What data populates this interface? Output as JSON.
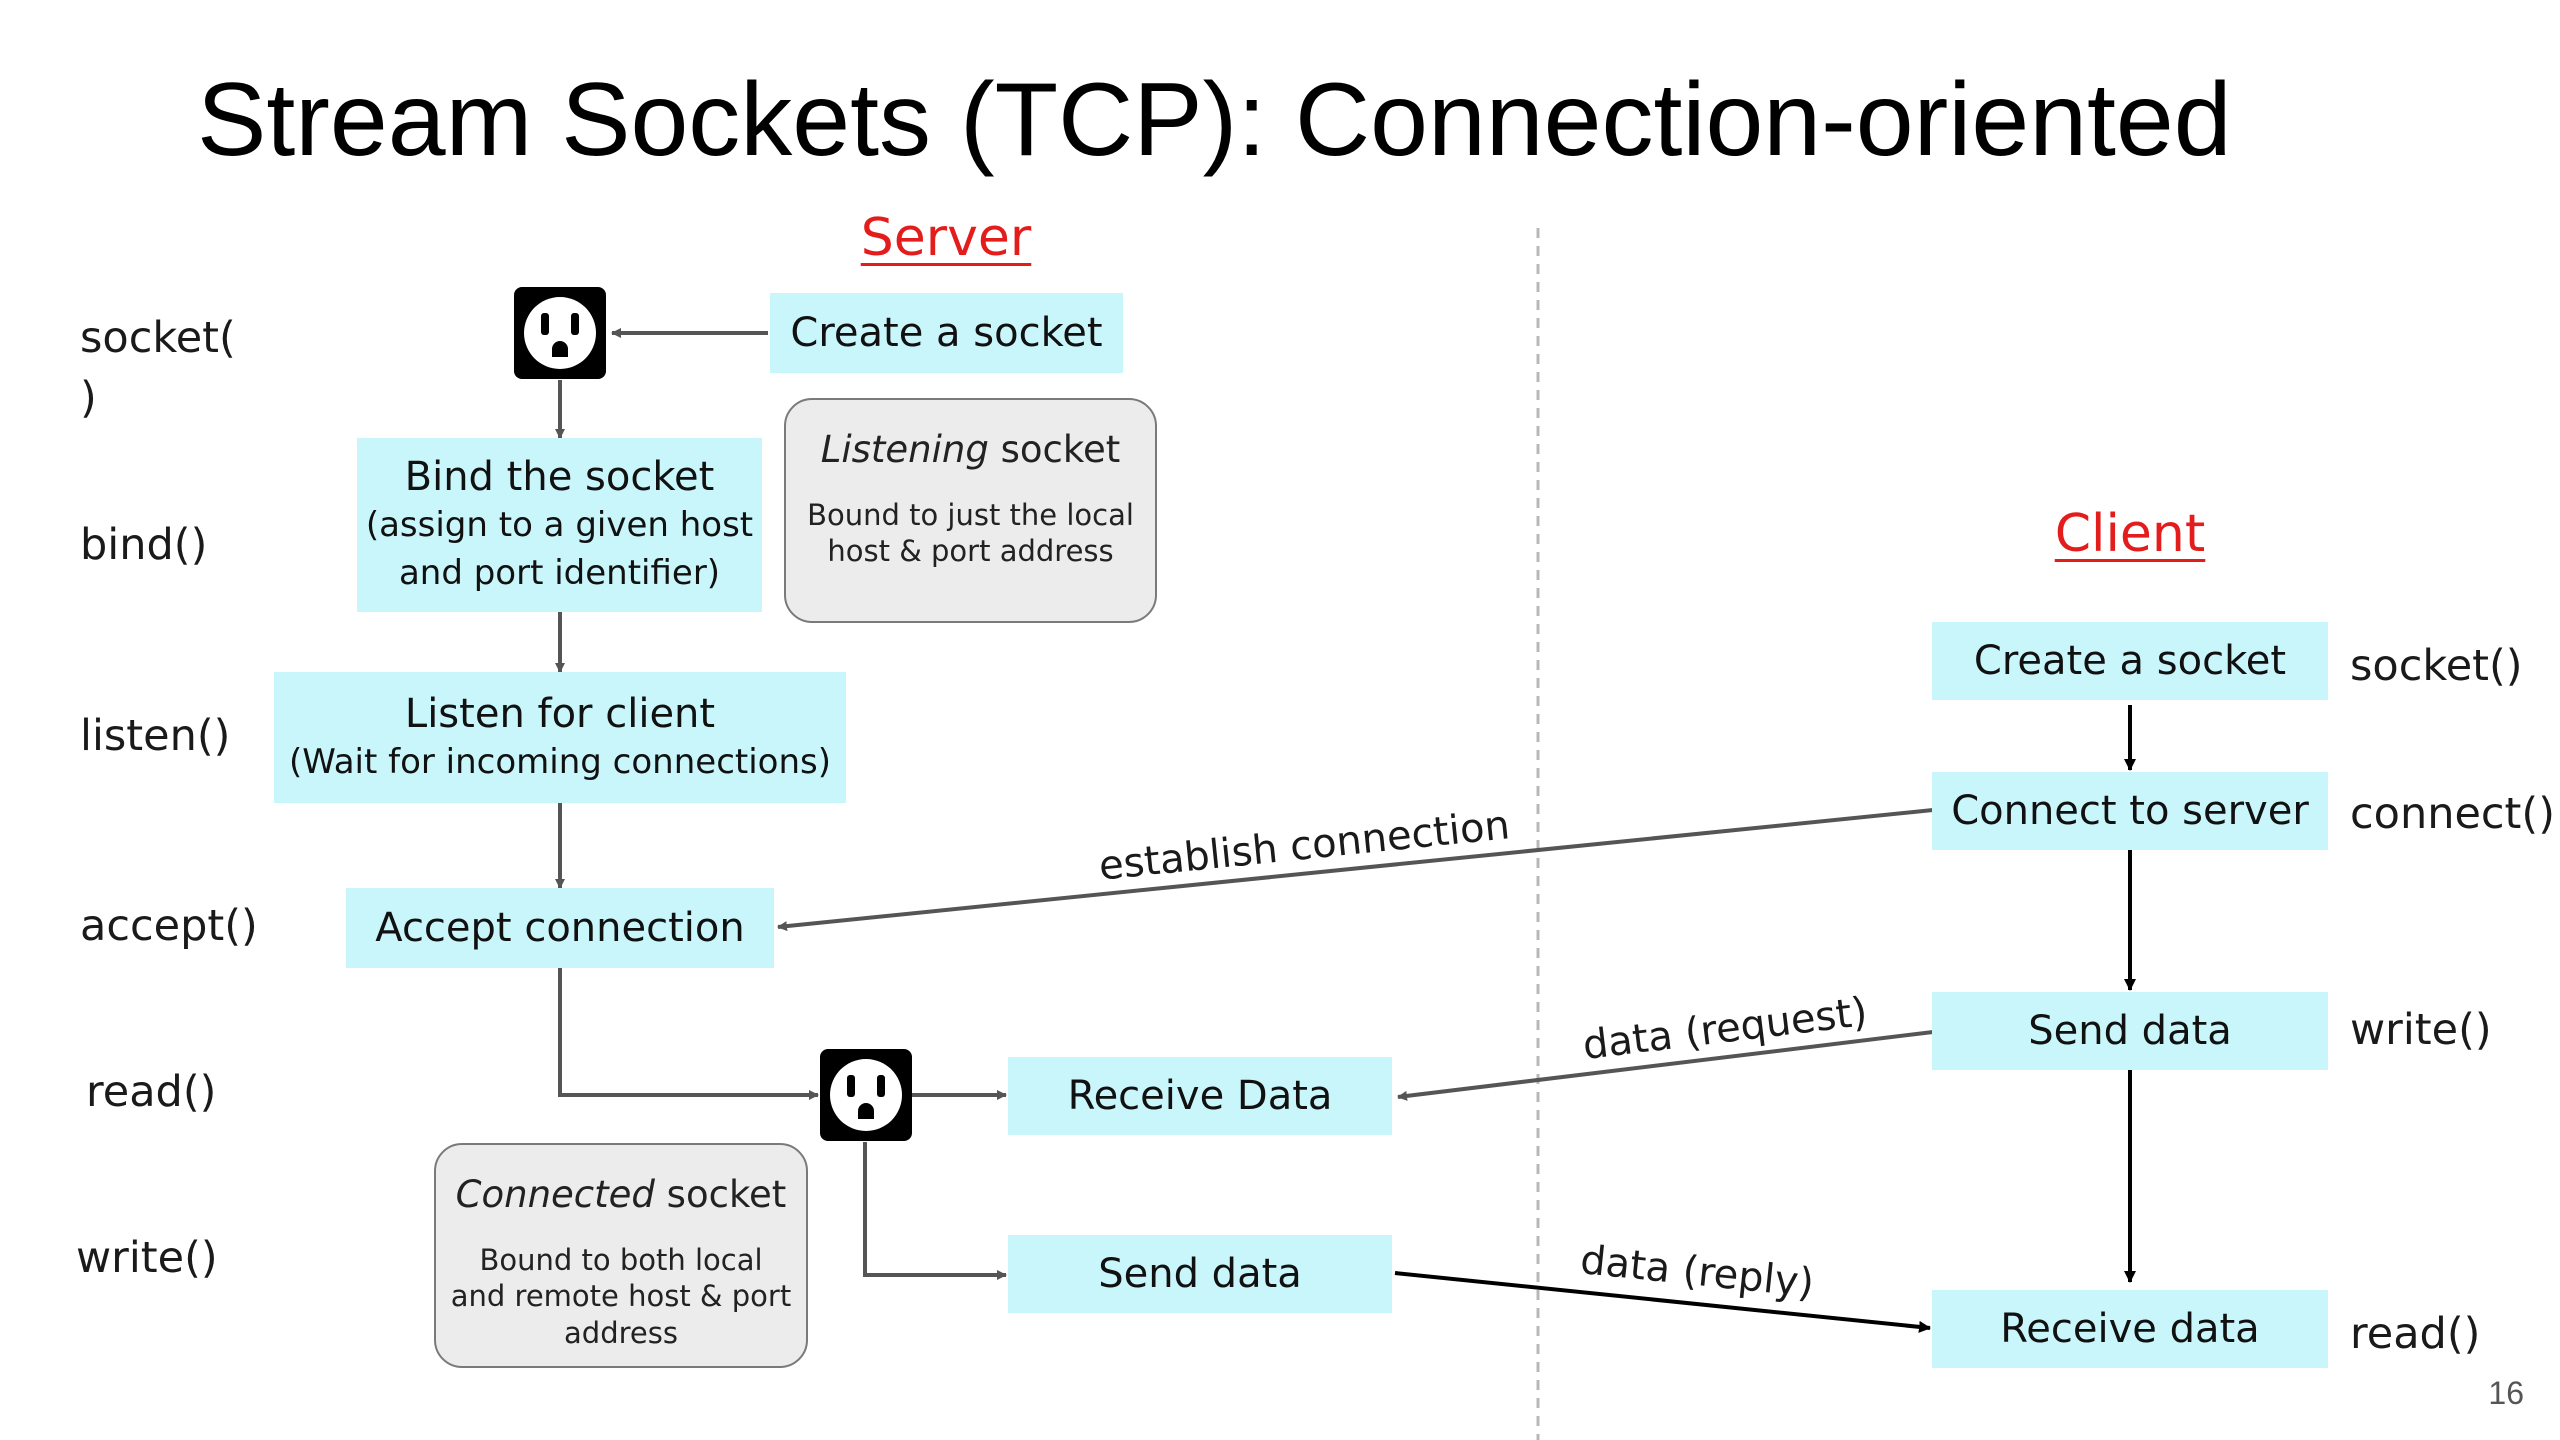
{
  "title": "Stream Sockets (TCP): Connection-oriented",
  "server": {
    "heading": "Server",
    "function_labels": [
      "socket(\n)",
      "bind()",
      "listen()",
      "accept()",
      "read()",
      "write()"
    ],
    "create_socket": "Create a socket",
    "bind": {
      "main": "Bind the socket",
      "sub_1": "(assign to a given host",
      "sub_2": "and port identifier)"
    },
    "listen": {
      "main": "Listen for client",
      "sub": "(Wait for incoming connections)"
    },
    "accept": "Accept connection",
    "receive_data": "Receive Data",
    "send_data": "Send data",
    "listening_note": {
      "head_em": "Listening",
      "head_rest": " socket",
      "desc": "Bound to just the local host & port address"
    },
    "connected_note": {
      "head_em": "Connected",
      "head_rest": " socket",
      "desc": "Bound to both local and remote host & port address"
    }
  },
  "client": {
    "heading": "Client",
    "create_socket": "Create a socket",
    "connect": "Connect to server",
    "send_data": "Send data",
    "receive_data": "Receive data",
    "function_labels": [
      "socket()",
      "connect()",
      "write()",
      "read()"
    ]
  },
  "edges": {
    "establish": "establish connection",
    "request": "data (request)",
    "reply": "data (reply)"
  },
  "icons": {
    "listening_socket": "power-outlet-icon",
    "connected_socket": "power-outlet-icon"
  },
  "colors": {
    "box_fill": "#c9f6fb",
    "heading": "#e31c1c",
    "note_fill": "#ececec"
  },
  "page_number": "16"
}
